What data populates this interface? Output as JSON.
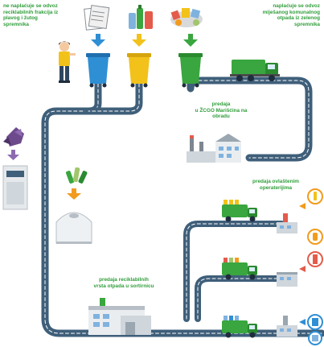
{
  "labels": {
    "free_collection": "ne naplaćuje se odvoz\nreciklabilnih frakcija iz\nplavog i žutog\nspremnika",
    "charged_collection": "naplaćuje se odvoz\nmiješanog komunalnog\notpada iz zelenog\nspremnika",
    "handover_zcgo": "predaja\nu ŽCGO Marišćina na\nobradu",
    "handover_operators": "predaja ovlaštenim\noperaterijima",
    "handover_sorting": "predaja reciklabilnih\nvrsta otpada u sortirnicu"
  },
  "icons": {
    "person": "person-icon",
    "paper_waste": "paper-waste-icon",
    "bottles_waste": "bottles-waste-icon",
    "mixed_waste": "mixed-waste-icon",
    "blue_bin": "blue-bin-icon",
    "yellow_bin": "yellow-bin-icon",
    "green_bin": "green-bin-icon",
    "garbage_truck": "garbage-truck-icon",
    "treatment_plant": "treatment-plant-icon",
    "sorting_facility": "sorting-facility-icon",
    "textile_waste": "textile-waste-icon",
    "clothing_container": "clothing-container-icon",
    "glass_bottles": "glass-bottles-icon",
    "glass_container": "glass-container-icon",
    "operator_truck": "operator-truck-icon",
    "recycling_plant": "recycling-plant-icon",
    "product": "recycled-product-icon"
  },
  "colors": {
    "road": "#3f5f7a",
    "road_line": "#ffffff",
    "label_text": "#2f9e3a",
    "blue_bin": "#2f8fd4",
    "yellow_bin": "#f2c21b",
    "green_bin": "#3aa63f",
    "arrow_blue": "#2f8fd4",
    "arrow_yellow": "#f2c21b",
    "arrow_green": "#3aa63f",
    "arrow_orange": "#f29b1d",
    "truck": "#3aa63f"
  }
}
